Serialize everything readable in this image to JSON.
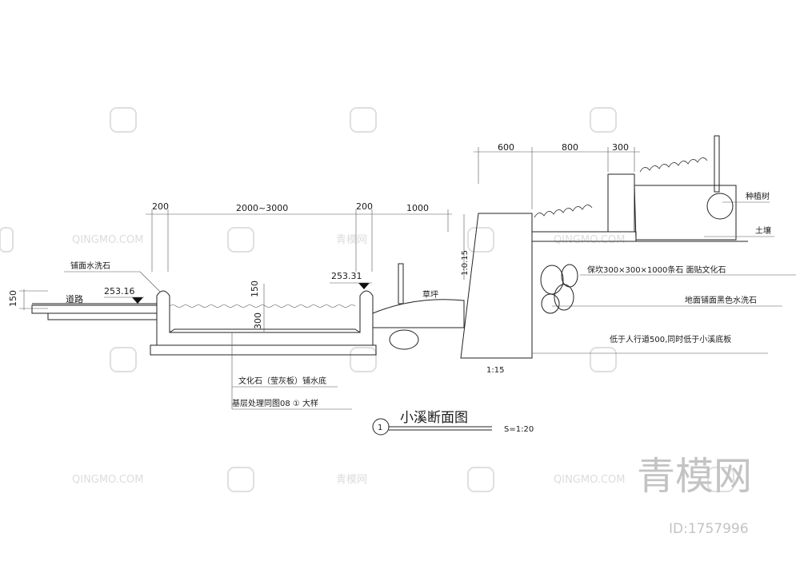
{
  "dimensions": {
    "d_200_left": "200",
    "d_2000_3000": "2000~3000",
    "d_200_right": "200",
    "d_1000": "1000",
    "d_600": "600",
    "d_800": "800",
    "d_300": "300",
    "d_150_left": "150",
    "d_150_mid": "150",
    "d_300_mid": "300"
  },
  "elevations": {
    "left": "253.16",
    "right": "253.31"
  },
  "slopes": {
    "wall_top": "1:0.15",
    "wall_bottom": "1:15"
  },
  "labels": {
    "road": "道路",
    "paving_stone": "铺面水洗石",
    "lawn": "草坪",
    "tree": "种植树",
    "soil": "土壤",
    "kerb": "保坎300×300×1000条石 面贴文化石",
    "ground_paving": "地面铺面黑色水洗石",
    "lower_note": "低于人行道500,同时低于小溪底板",
    "base_stone": "文化石（莹灰板）铺水底",
    "base_note": "基层处理同图08 ① 大样"
  },
  "title": {
    "number": "1",
    "text": "小溪断面图",
    "scale": "S=1:20"
  },
  "watermark": {
    "brand": "青模网",
    "site": "QINGMO.COM",
    "site_cn": "青模网",
    "id": "ID:1757996"
  }
}
